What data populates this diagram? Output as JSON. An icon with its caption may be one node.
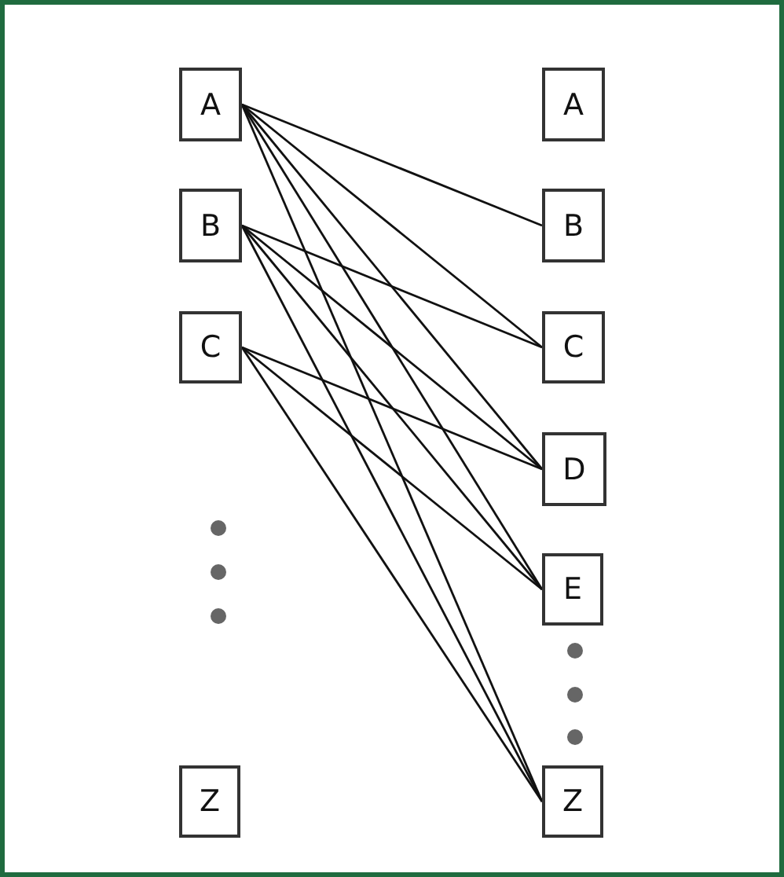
{
  "diagram": {
    "nodes": [
      {
        "text": [
          "A"
        ]
      },
      {
        "text": [
          "B"
        ]
      },
      {
        "text": [
          "C"
        ]
      },
      {
        "text": [
          "Z"
        ]
      },
      {
        "text": [
          "A"
        ]
      },
      {
        "text": [
          "B"
        ]
      },
      {
        "text": [
          "C"
        ]
      },
      {
        "text": [
          "D"
        ]
      },
      {
        "text": [
          "E"
        ]
      },
      {
        "text": [
          "Z"
        ]
      }
    ],
    "edges": [
      {
        "from": 0,
        "to": 5,
        "arrow": "none"
      },
      {
        "from": 0,
        "to": 6,
        "arrow": "none"
      },
      {
        "from": 0,
        "to": 7,
        "arrow": "none"
      },
      {
        "from": 0,
        "to": 8,
        "arrow": "none"
      },
      {
        "from": 0,
        "to": 9,
        "arrow": "none"
      },
      {
        "from": 1,
        "to": 6,
        "arrow": "none"
      },
      {
        "from": 1,
        "to": 7,
        "arrow": "none"
      },
      {
        "from": 1,
        "to": 8,
        "arrow": "none"
      },
      {
        "from": 1,
        "to": 9,
        "arrow": "none"
      },
      {
        "from": 2,
        "to": 7,
        "arrow": "none"
      },
      {
        "from": 2,
        "to": 8,
        "arrow": "none"
      },
      {
        "from": 2,
        "to": 9,
        "arrow": "none"
      }
    ]
  }
}
